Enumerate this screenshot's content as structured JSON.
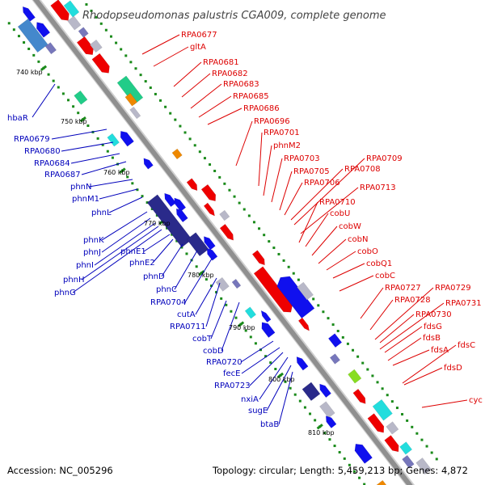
{
  "title": "Rhodopseudomonas palustris CGA009, complete genome",
  "footer": {
    "accession": "Accession: NC_005296",
    "summary": "Topology: circular; Length: 5,459,213 bp; Genes: 4,872"
  },
  "colors": {
    "plus_strand_label": "#dd0000",
    "minus_strand_label": "#0000bb",
    "backbone": "#909090",
    "tick": "#1a8a1a"
  },
  "kbp_marks": [
    "740 kbp",
    "750 kbp",
    "760 kbp",
    "770 kbp",
    "780 kbp",
    "790 kbp",
    "800 kbp",
    "810 kbp"
  ],
  "right_labels": [
    "RPA0677",
    "gltA",
    "RPA0681",
    "RPA0682",
    "RPA0683",
    "RPA0685",
    "RPA0686",
    "RPA0696",
    "RPA0701",
    "phnM2",
    "RPA0703",
    "RPA0705",
    "RPA0706",
    "RPA0708",
    "RPA0709",
    "RPA0713",
    "RPA0710",
    "cobU",
    "cobW",
    "cobN",
    "cobO",
    "cobQ1",
    "cobC",
    "RPA0727",
    "RPA0728",
    "RPA0729",
    "RPA0731",
    "RPA0730",
    "fdsG",
    "fdsB",
    "fdsA",
    "fdsC",
    "fdsD",
    "cyc"
  ],
  "left_labels": [
    "hbaR",
    "RPA0679",
    "RPA0680",
    "RPA0684",
    "RPA0687",
    "phnN",
    "phnM1",
    "phnL",
    "phnK",
    "phnJ",
    "phnI",
    "phnH",
    "phnG",
    "phnE1",
    "phnE2",
    "phnD",
    "phnC",
    "RPA0704",
    "cutA",
    "RPA0711",
    "cobT",
    "cobD",
    "RPA0720",
    "fecE",
    "RPA0723",
    "nxiA",
    "sugE",
    "btaB"
  ]
}
